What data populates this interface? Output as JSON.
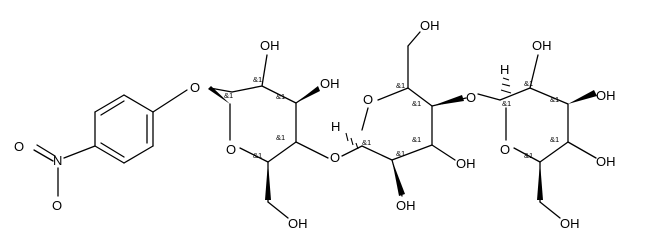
{
  "labels": {
    "hydroxyl": "OH",
    "oxygen": "O",
    "hydrogen": "H",
    "nitrogen": "N",
    "stereo": "&1"
  },
  "colors": {
    "ink": "#000000",
    "background": "#ffffff"
  }
}
